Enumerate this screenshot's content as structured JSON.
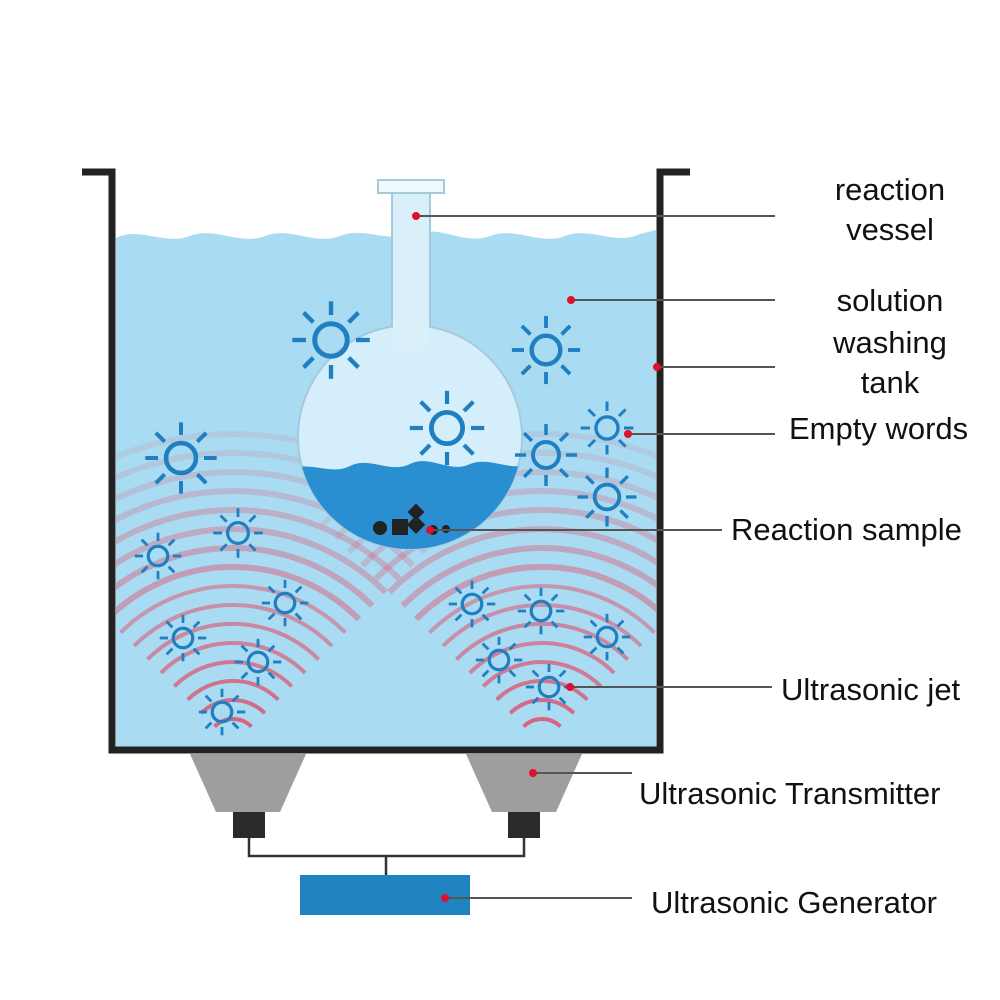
{
  "labels": {
    "reaction_vessel": [
      "reaction",
      "vessel"
    ],
    "solution": "solution",
    "washing_tank": [
      "washing",
      "tank"
    ],
    "empty_words": "Empty words",
    "reaction_sample": "Reaction sample",
    "ultrasonic_jet": "Ultrasonic jet",
    "ultrasonic_transmitter": "Ultrasonic Transmitter",
    "ultrasonic_generator": "Ultrasonic Generator"
  },
  "colors": {
    "water": "#a9dcf3",
    "water_top": "#c4e8f8",
    "sample_liquid": "#2a8fd0",
    "generator": "#1f83c2",
    "transmitter": "#9e9e9e",
    "bubble": "#1f7fc0",
    "wave": "#e0506b",
    "marker": "#e0102a",
    "leader_line": "#555555",
    "tank_wall": "#222222"
  },
  "icons": {
    "bubble": "cavitation-bubble-icon",
    "marker": "red-dot-marker-icon"
  }
}
